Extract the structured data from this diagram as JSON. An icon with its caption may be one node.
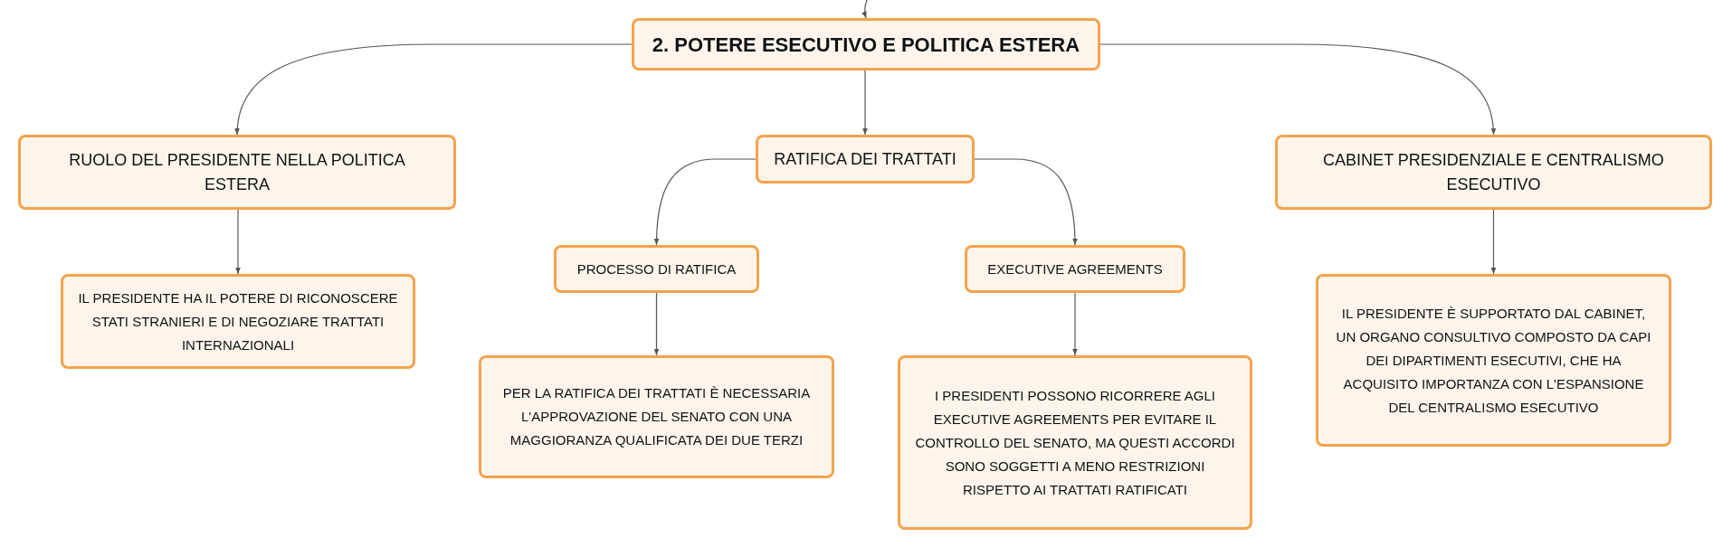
{
  "diagram": {
    "nodes": [
      {
        "text": [
          "2. POTERE ESECUTIVO E POLITICA ESTERA"
        ]
      },
      {
        "text": [
          "RUOLO DEL PRESIDENTE NELLA POLITICA ESTERA"
        ]
      },
      {
        "text": [
          "RATIFICA DEI TRATTATI"
        ]
      },
      {
        "text": [
          "CABINET PRESIDENZIALE E CENTRALISMO ESECUTIVO"
        ]
      },
      {
        "text": [
          "IL PRESIDENTE HA IL POTERE DI RICONOSCERE STATI STRANIERI E DI NEGOZIARE TRATTATI INTERNAZIONALI"
        ]
      },
      {
        "text": [
          "PROCESSO DI RATIFICA"
        ]
      },
      {
        "text": [
          "EXECUTIVE AGREEMENTS"
        ]
      },
      {
        "text": [
          "PER LA RATIFICA DEI TRATTATI È NECESSARIA L'APPROVAZIONE DEL SENATO CON UNA MAGGIORANZA QUALIFICATA DEI DUE TERZI"
        ]
      },
      {
        "text": [
          "I PRESIDENTI POSSONO RICORRERE AGLI EXECUTIVE AGREEMENTS PER EVITARE IL CONTROLLO DEL SENATO, MA QUESTI ACCORDI SONO SOGGETTI A MENO RESTRIZIONI RISPETTO AI TRATTATI RATIFICATI"
        ]
      },
      {
        "text": [
          "IL PRESIDENTE È SUPPORTATO DAL CABINET, UN ORGANO CONSULTIVO COMPOSTO DA CAPI DEI DIPARTIMENTI ESECUTIVI, CHE HA ACQUISITO IMPORTANZA CON L'ESPANSIONE DEL CENTRALISMO ESECUTIVO"
        ]
      }
    ],
    "edges": [
      {
        "from": null,
        "to": 0,
        "arrow": "to"
      },
      {
        "from": 0,
        "to": 1,
        "arrow": "to"
      },
      {
        "from": 0,
        "to": 2,
        "arrow": "to"
      },
      {
        "from": 0,
        "to": 3,
        "arrow": "to"
      },
      {
        "from": 1,
        "to": 4,
        "arrow": "to"
      },
      {
        "from": 2,
        "to": 5,
        "arrow": "to"
      },
      {
        "from": 2,
        "to": 6,
        "arrow": "to"
      },
      {
        "from": 5,
        "to": 7,
        "arrow": "to"
      },
      {
        "from": 6,
        "to": 8,
        "arrow": "to"
      },
      {
        "from": 3,
        "to": 9,
        "arrow": "to"
      }
    ]
  }
}
